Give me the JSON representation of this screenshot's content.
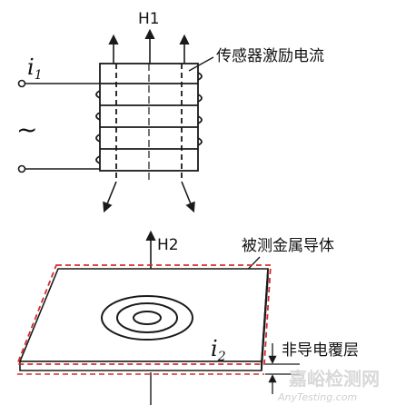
{
  "labels": {
    "h1": "H1",
    "h2": "H2",
    "i1": "i",
    "i1_sub": "1",
    "i2": "i",
    "i2_sub": "2",
    "tilde": "~",
    "sensor_current": "传感器激励电流",
    "conductor": "被测金属导体",
    "coating": "非导电覆层"
  },
  "watermark": {
    "text_cn": "嘉峪检测网",
    "text_en": "AnyTesting.com"
  },
  "colors": {
    "line": "#1a1a1a",
    "dashed_outline": "#d62b2b",
    "watermark": "#d8d8d8"
  }
}
